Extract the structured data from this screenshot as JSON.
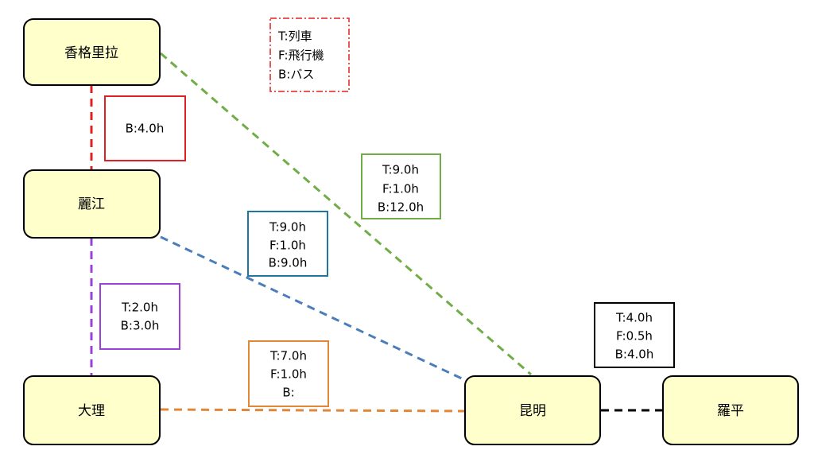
{
  "nodes": {
    "shangrila": "香格里拉",
    "lijiang": "麗江",
    "dali": "大理",
    "kunming": "昆明",
    "luoping": "羅平"
  },
  "legend": {
    "line1": "T:列車",
    "line2": "F:飛行機",
    "line3": "B:バス"
  },
  "labels": {
    "shangrila_lijiang": {
      "line1": "B:4.0h"
    },
    "shangrila_kunming": {
      "line1": "T:9.0h",
      "line2": "F:1.0h",
      "line3": "B:12.0h"
    },
    "lijiang_kunming": {
      "line1": "T:9.0h",
      "line2": "F:1.0h",
      "line3": "B:9.0h"
    },
    "lijiang_dali": {
      "line1": "T:2.0h",
      "line2": "B:3.0h"
    },
    "dali_kunming": {
      "line1": "T:7.0h",
      "line2": "F:1.0h",
      "line3": "B:"
    },
    "kunming_luoping": {
      "line1": "T:4.0h",
      "line2": "F:0.5h",
      "line3": "B:4.0h"
    }
  },
  "colors": {
    "shangrila_lijiang": "#e02020",
    "shangrila_kunming": "#70ad47",
    "lijiang_kunming": "#4a7ebb",
    "lijiang_dali": "#9b40d8",
    "dali_kunming": "#e0873a",
    "kunming_luoping": "#000000",
    "lijiang_kunming_box": "#1f77a0",
    "node_fill": "#ffffcc"
  }
}
